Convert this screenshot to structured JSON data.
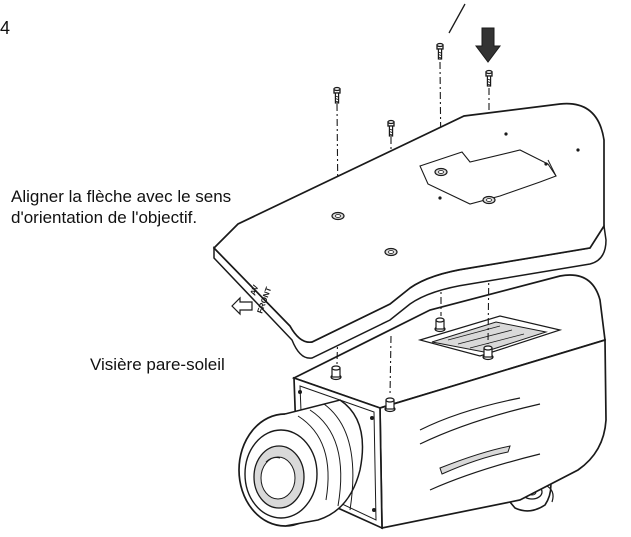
{
  "page": {
    "number": "4"
  },
  "annotations": {
    "align_note_line1": "Aligner la flèche avec le sens",
    "align_note_line2": "d'orientation de l'objectif.",
    "visor_label": "Visière pare-soleil"
  },
  "marking": {
    "front_text": "FRONT",
    "side_text": "AV"
  },
  "colors": {
    "line": "#1a1a1a",
    "fill": "#ffffff",
    "shade": "#d9d9d9",
    "arrow": "#333333"
  },
  "icons": [
    "down-arrow-icon",
    "screw-icon",
    "front-arrow-icon"
  ]
}
